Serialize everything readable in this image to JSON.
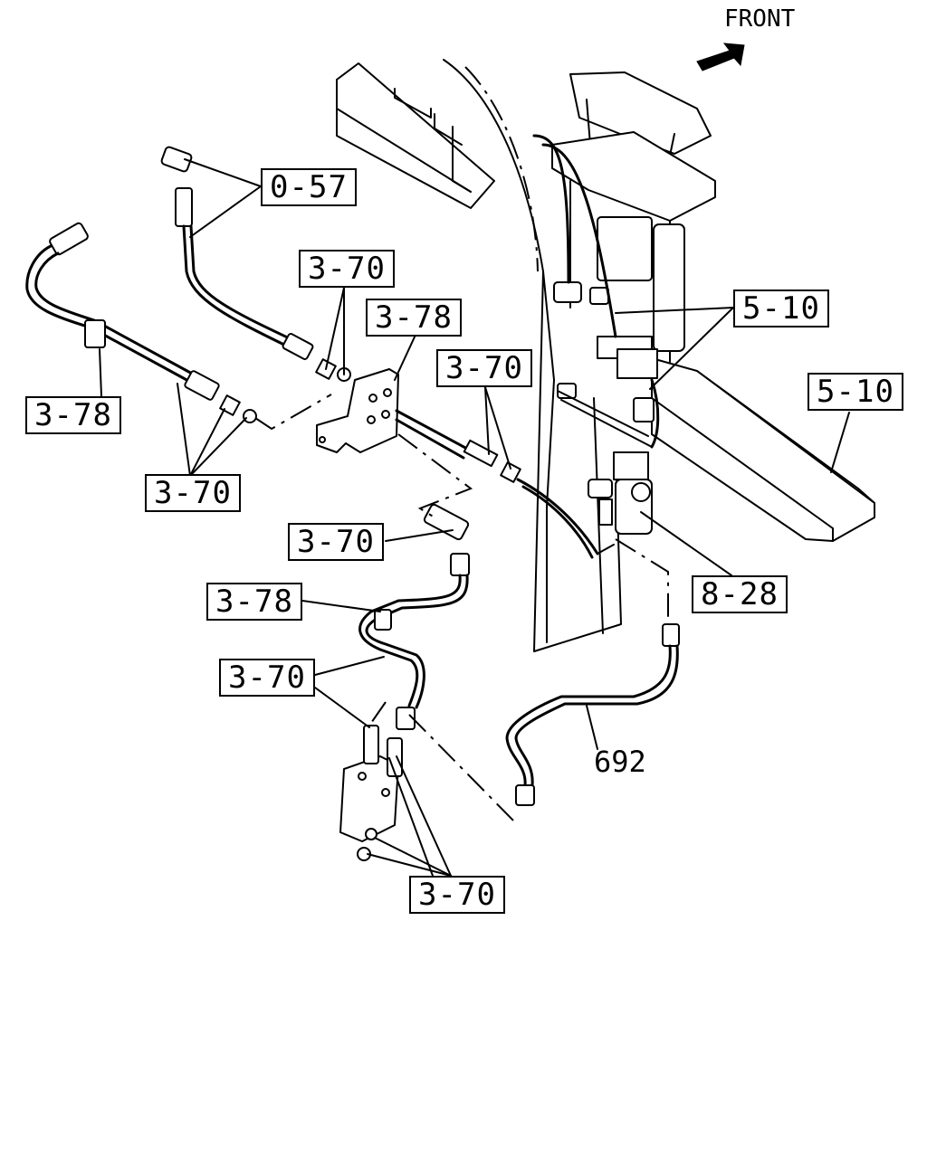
{
  "direction": {
    "label": "FRONT",
    "icon": "arrow-front-icon"
  },
  "callouts": {
    "c0_57": "0-57",
    "c3_70_top": "3-70",
    "c3_78_bracket": "3-78",
    "c3_70_mid": "3-70",
    "c5_10_valve": "5-10",
    "c5_10_rail": "5-10",
    "c3_78_left": "3-78",
    "c3_70_left": "3-70",
    "c3_70_elbow": "3-70",
    "c3_78_lower": "3-78",
    "c8_28": "8-28",
    "c3_70_lower": "3-70",
    "c3_70_bottom": "3-70"
  },
  "part_numbers": {
    "pipe": "692"
  }
}
